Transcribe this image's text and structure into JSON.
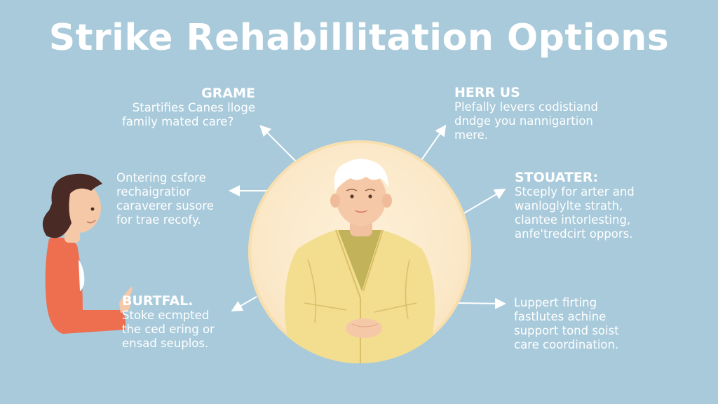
{
  "title": "Strike Rehabillitation Options",
  "colors": {
    "background": "#a8cadb",
    "text": "#ffffff",
    "circle": "#fbe8c8",
    "cardigan": "#f3dd8e",
    "shirt": "#c2b25a",
    "hair_elder": "#ffffff",
    "skin": "#f5c9a8",
    "woman_sweater": "#ee6e50",
    "woman_hair": "#4a2a24"
  },
  "blocks": [
    {
      "heading": "GRAME",
      "lines": [
        "Startifies Canes lloge",
        "family mated care?"
      ]
    },
    {
      "heading": "HERR US",
      "lines": [
        "Plefally levers codistiand",
        "dndge you nannigartion",
        "mere."
      ]
    },
    {
      "heading": "",
      "lines": [
        "Ontering csfore",
        "rechaigratior",
        "caraverer susore",
        "for trae recofy."
      ]
    },
    {
      "heading": "STOUATER:",
      "lines": [
        "Stceply for arter and",
        "wanloglylte strath,",
        "clantee intorlesting,",
        "anfe'tredcirt oppors."
      ]
    },
    {
      "heading": "BURTFAL.",
      "lines": [
        "Stoke ecmpted",
        "the ced ering or",
        "ensad seuplos."
      ]
    },
    {
      "heading": "",
      "lines": [
        "Luppert firting",
        "fastlutes achine",
        "support tond soist",
        "care coordination."
      ]
    }
  ],
  "illustrations": {
    "center": "elderly-patient-figure",
    "left": "caregiver-woman-figure"
  }
}
